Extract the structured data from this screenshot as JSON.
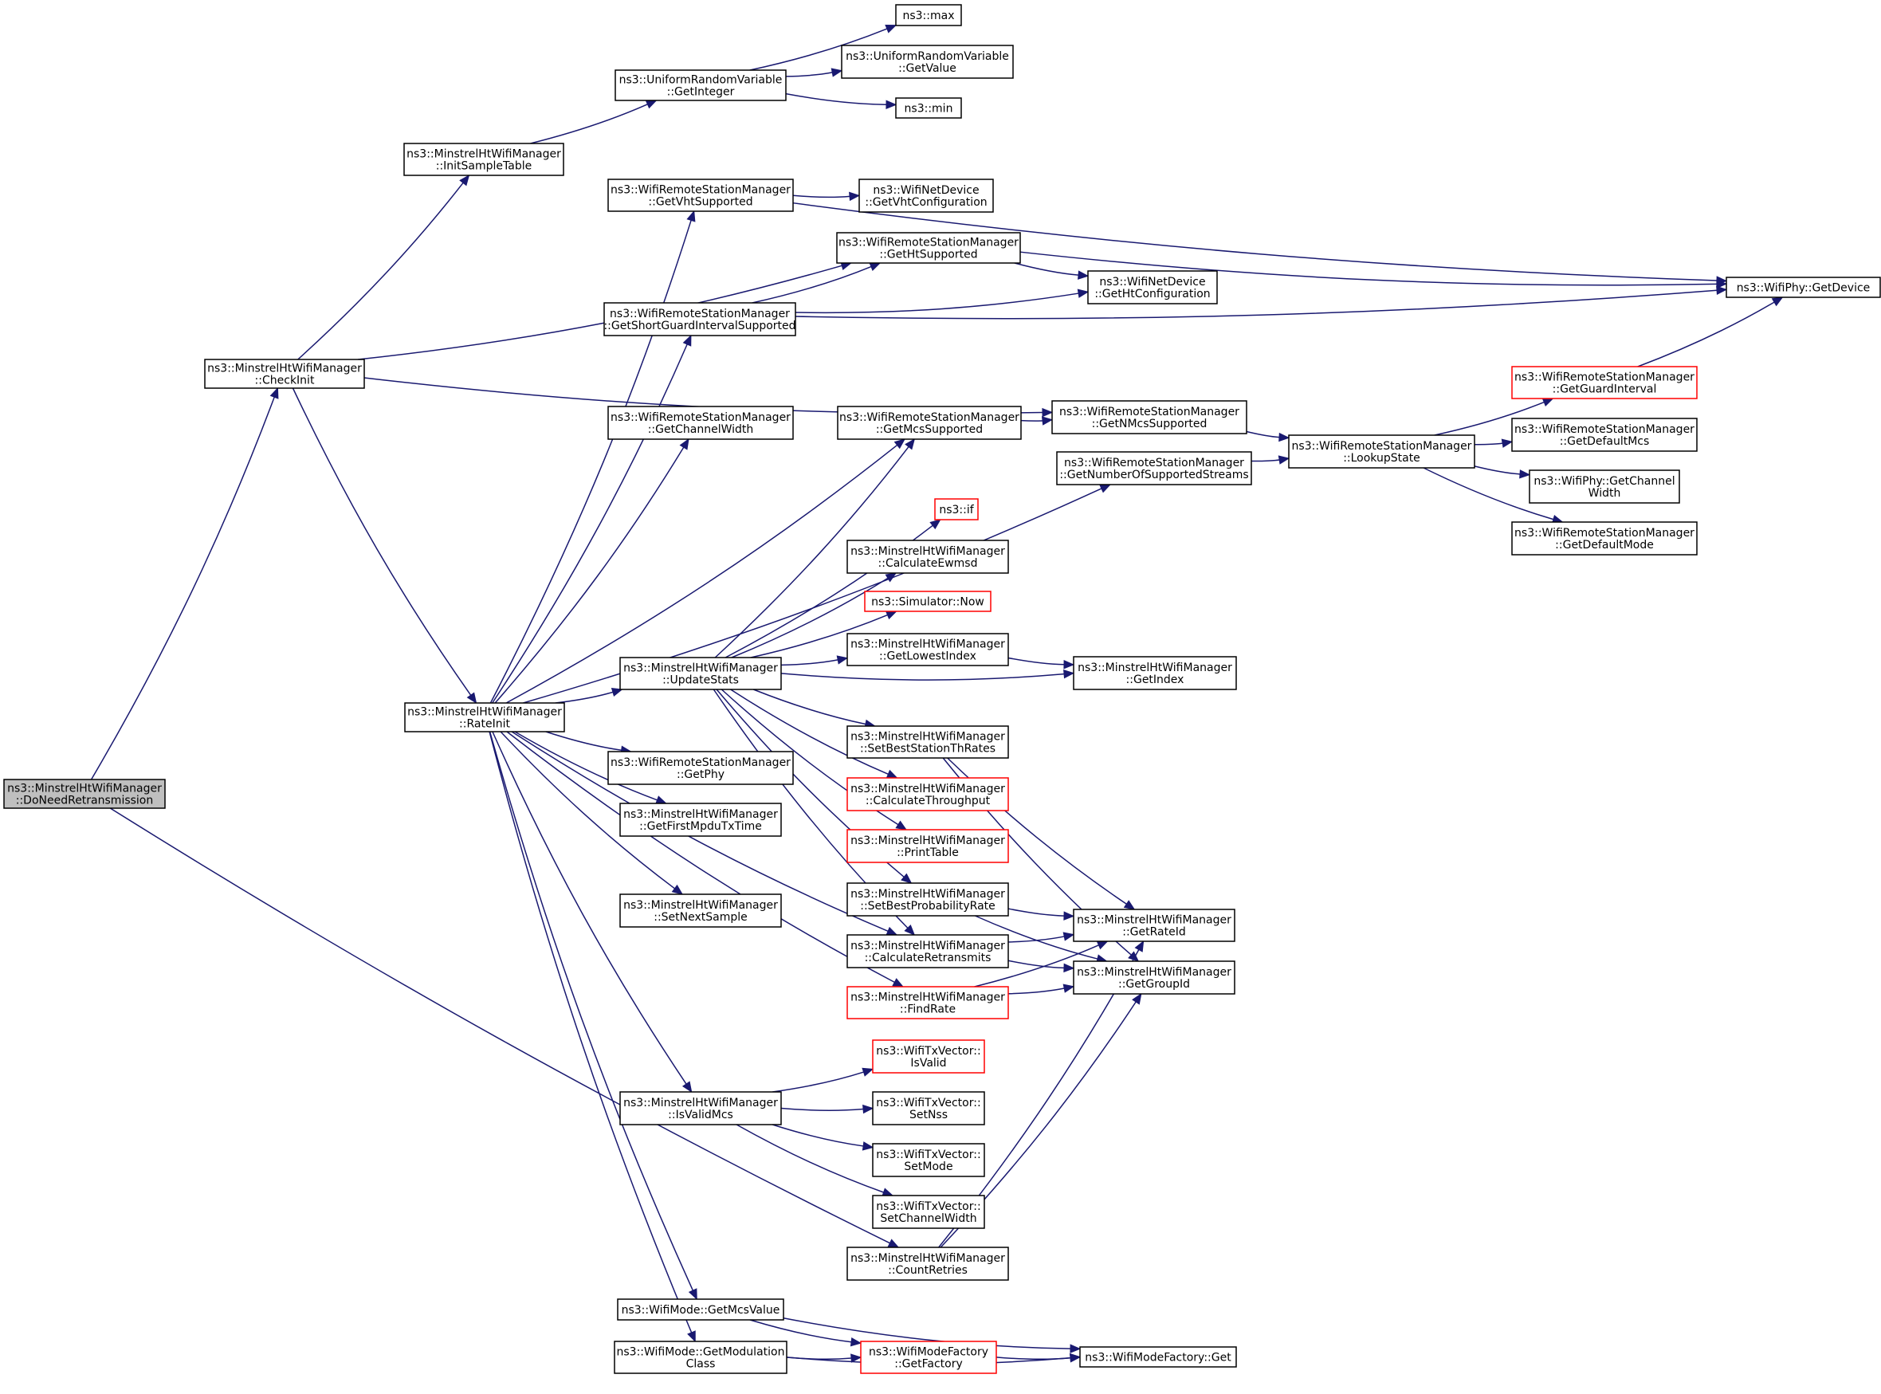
{
  "nodes": [
    {
      "id": "root",
      "lines": [
        "ns3::MinstrelHtWifiManager",
        "::DoNeedRetransmission"
      ],
      "style": "root"
    },
    {
      "id": "checkinit",
      "lines": [
        "ns3::MinstrelHtWifiManager",
        "::CheckInit"
      ]
    },
    {
      "id": "rateinit",
      "lines": [
        "ns3::MinstrelHtWifiManager",
        "::RateInit"
      ]
    },
    {
      "id": "initsample",
      "lines": [
        "ns3::MinstrelHtWifiManager",
        "::InitSampleTable"
      ]
    },
    {
      "id": "getinteger",
      "lines": [
        "ns3::UniformRandomVariable",
        "::GetInteger"
      ]
    },
    {
      "id": "max",
      "lines": [
        "ns3::max"
      ]
    },
    {
      "id": "getvalue",
      "lines": [
        "ns3::UniformRandomVariable",
        "::GetValue"
      ]
    },
    {
      "id": "min",
      "lines": [
        "ns3::min"
      ]
    },
    {
      "id": "getvhtsup",
      "lines": [
        "ns3::WifiRemoteStationManager",
        "::GetVhtSupported"
      ]
    },
    {
      "id": "getvhtconf",
      "lines": [
        "ns3::WifiNetDevice",
        "::GetVhtConfiguration"
      ]
    },
    {
      "id": "gethtsup",
      "lines": [
        "ns3::WifiRemoteStationManager",
        "::GetHtSupported"
      ]
    },
    {
      "id": "gethtconf",
      "lines": [
        "ns3::WifiNetDevice",
        "::GetHtConfiguration"
      ]
    },
    {
      "id": "getsgi",
      "lines": [
        "ns3::WifiRemoteStationManager",
        "::GetShortGuardIntervalSupported"
      ]
    },
    {
      "id": "phydev",
      "lines": [
        "ns3::WifiPhy::GetDevice"
      ]
    },
    {
      "id": "getcw",
      "lines": [
        "ns3::WifiRemoteStationManager",
        "::GetChannelWidth"
      ]
    },
    {
      "id": "getmcssup",
      "lines": [
        "ns3::WifiRemoteStationManager",
        "::GetMcsSupported"
      ]
    },
    {
      "id": "getnmcs",
      "lines": [
        "ns3::WifiRemoteStationManager",
        "::GetNMcsSupported"
      ]
    },
    {
      "id": "getnss",
      "lines": [
        "ns3::WifiRemoteStationManager",
        "::GetNumberOfSupportedStreams"
      ]
    },
    {
      "id": "lookup",
      "lines": [
        "ns3::WifiRemoteStationManager",
        "::LookupState"
      ]
    },
    {
      "id": "getgi",
      "lines": [
        "ns3::WifiRemoteStationManager",
        "::GetGuardInterval"
      ],
      "style": "red"
    },
    {
      "id": "getdefmcs",
      "lines": [
        "ns3::WifiRemoteStationManager",
        "::GetDefaultMcs"
      ]
    },
    {
      "id": "phycw",
      "lines": [
        "ns3::WifiPhy::GetChannel",
        "Width"
      ]
    },
    {
      "id": "getdefmode",
      "lines": [
        "ns3::WifiRemoteStationManager",
        "::GetDefaultMode"
      ]
    },
    {
      "id": "nsif",
      "lines": [
        "ns3::if"
      ],
      "style": "red"
    },
    {
      "id": "ewmsd",
      "lines": [
        "ns3::MinstrelHtWifiManager",
        "::CalculateEwmsd"
      ]
    },
    {
      "id": "simnow",
      "lines": [
        "ns3::Simulator::Now"
      ],
      "style": "red"
    },
    {
      "id": "lowest",
      "lines": [
        "ns3::MinstrelHtWifiManager",
        "::GetLowestIndex"
      ]
    },
    {
      "id": "getindex",
      "lines": [
        "ns3::MinstrelHtWifiManager",
        "::GetIndex"
      ]
    },
    {
      "id": "updatestats",
      "lines": [
        "ns3::MinstrelHtWifiManager",
        "::UpdateStats"
      ]
    },
    {
      "id": "bestth",
      "lines": [
        "ns3::MinstrelHtWifiManager",
        "::SetBestStationThRates"
      ]
    },
    {
      "id": "calcth",
      "lines": [
        "ns3::MinstrelHtWifiManager",
        "::CalculateThroughput"
      ],
      "style": "red"
    },
    {
      "id": "printtable",
      "lines": [
        "ns3::MinstrelHtWifiManager",
        "::PrintTable"
      ],
      "style": "red"
    },
    {
      "id": "bestprob",
      "lines": [
        "ns3::MinstrelHtWifiManager",
        "::SetBestProbabilityRate"
      ]
    },
    {
      "id": "getrateid",
      "lines": [
        "ns3::MinstrelHtWifiManager",
        "::GetRateId"
      ]
    },
    {
      "id": "calcretx",
      "lines": [
        "ns3::MinstrelHtWifiManager",
        "::CalculateRetransmits"
      ]
    },
    {
      "id": "getgroupid",
      "lines": [
        "ns3::MinstrelHtWifiManager",
        "::GetGroupId"
      ]
    },
    {
      "id": "findrate",
      "lines": [
        "ns3::MinstrelHtWifiManager",
        "::FindRate"
      ],
      "style": "red"
    },
    {
      "id": "getphy",
      "lines": [
        "ns3::WifiRemoteStationManager",
        "::GetPhy"
      ]
    },
    {
      "id": "firstmpdu",
      "lines": [
        "ns3::MinstrelHtWifiManager",
        "::GetFirstMpduTxTime"
      ]
    },
    {
      "id": "nextsample",
      "lines": [
        "ns3::MinstrelHtWifiManager",
        "::SetNextSample"
      ]
    },
    {
      "id": "isvalidmcs",
      "lines": [
        "ns3::MinstrelHtWifiManager",
        "::IsValidMcs"
      ]
    },
    {
      "id": "txisvalid",
      "lines": [
        "ns3::WifiTxVector::",
        "IsValid"
      ],
      "style": "red"
    },
    {
      "id": "txsetnss",
      "lines": [
        "ns3::WifiTxVector::",
        "SetNss"
      ]
    },
    {
      "id": "txsetmode",
      "lines": [
        "ns3::WifiTxVector::",
        "SetMode"
      ]
    },
    {
      "id": "txsetcw",
      "lines": [
        "ns3::WifiTxVector::",
        "SetChannelWidth"
      ]
    },
    {
      "id": "countretries",
      "lines": [
        "ns3::MinstrelHtWifiManager",
        "::CountRetries"
      ]
    },
    {
      "id": "getmcsvalue",
      "lines": [
        "ns3::WifiMode::GetMcsValue"
      ]
    },
    {
      "id": "getmodclass",
      "lines": [
        "ns3::WifiMode::GetModulation",
        "Class"
      ]
    },
    {
      "id": "getfactory",
      "lines": [
        "ns3::WifiModeFactory",
        "::GetFactory"
      ],
      "style": "red"
    },
    {
      "id": "factoryget",
      "lines": [
        "ns3::WifiModeFactory::Get"
      ]
    }
  ],
  "edges": [
    [
      "root",
      "checkinit"
    ],
    [
      "root",
      "countretries"
    ],
    [
      "checkinit",
      "initsample"
    ],
    [
      "checkinit",
      "gethtsup"
    ],
    [
      "checkinit",
      "getnmcs"
    ],
    [
      "checkinit",
      "rateinit"
    ],
    [
      "initsample",
      "getinteger"
    ],
    [
      "getinteger",
      "max"
    ],
    [
      "getinteger",
      "getvalue"
    ],
    [
      "getinteger",
      "min"
    ],
    [
      "getvhtsup",
      "getvhtconf"
    ],
    [
      "getvhtsup",
      "phydev"
    ],
    [
      "gethtsup",
      "gethtconf"
    ],
    [
      "gethtsup",
      "phydev"
    ],
    [
      "getsgi",
      "gethtsup"
    ],
    [
      "getsgi",
      "gethtconf"
    ],
    [
      "getsgi",
      "phydev"
    ],
    [
      "getmcssup",
      "getnmcs"
    ],
    [
      "getnmcs",
      "lookup"
    ],
    [
      "getnss",
      "lookup"
    ],
    [
      "lookup",
      "getgi"
    ],
    [
      "lookup",
      "getdefmcs"
    ],
    [
      "lookup",
      "phycw"
    ],
    [
      "lookup",
      "getdefmode"
    ],
    [
      "getgi",
      "phydev"
    ],
    [
      "rateinit",
      "getvhtsup"
    ],
    [
      "rateinit",
      "getsgi"
    ],
    [
      "rateinit",
      "getcw"
    ],
    [
      "rateinit",
      "getmcssup"
    ],
    [
      "rateinit",
      "getnss"
    ],
    [
      "rateinit",
      "updatestats"
    ],
    [
      "rateinit",
      "getphy"
    ],
    [
      "rateinit",
      "firstmpdu"
    ],
    [
      "rateinit",
      "nextsample"
    ],
    [
      "rateinit",
      "calcretx"
    ],
    [
      "rateinit",
      "findrate"
    ],
    [
      "rateinit",
      "isvalidmcs"
    ],
    [
      "rateinit",
      "getmcsvalue"
    ],
    [
      "rateinit",
      "getmodclass"
    ],
    [
      "updatestats",
      "getmcssup"
    ],
    [
      "updatestats",
      "nsif"
    ],
    [
      "updatestats",
      "ewmsd"
    ],
    [
      "updatestats",
      "simnow"
    ],
    [
      "updatestats",
      "lowest"
    ],
    [
      "updatestats",
      "getindex"
    ],
    [
      "updatestats",
      "bestth"
    ],
    [
      "updatestats",
      "calcth"
    ],
    [
      "updatestats",
      "printtable"
    ],
    [
      "updatestats",
      "bestprob"
    ],
    [
      "updatestats",
      "calcretx"
    ],
    [
      "lowest",
      "getindex"
    ],
    [
      "bestth",
      "getrateid"
    ],
    [
      "bestth",
      "getgroupid"
    ],
    [
      "bestprob",
      "getrateid"
    ],
    [
      "bestprob",
      "getgroupid"
    ],
    [
      "calcretx",
      "getrateid"
    ],
    [
      "calcretx",
      "getgroupid"
    ],
    [
      "findrate",
      "getrateid"
    ],
    [
      "findrate",
      "getgroupid"
    ],
    [
      "isvalidmcs",
      "txisvalid"
    ],
    [
      "isvalidmcs",
      "txsetnss"
    ],
    [
      "isvalidmcs",
      "txsetmode"
    ],
    [
      "isvalidmcs",
      "txsetcw"
    ],
    [
      "countretries",
      "getrateid"
    ],
    [
      "countretries",
      "getgroupid"
    ],
    [
      "getmcsvalue",
      "getfactory"
    ],
    [
      "getmcsvalue",
      "factoryget"
    ],
    [
      "getmodclass",
      "getfactory"
    ],
    [
      "getmodclass",
      "factoryget"
    ],
    [
      "getfactory",
      "factoryget"
    ]
  ]
}
